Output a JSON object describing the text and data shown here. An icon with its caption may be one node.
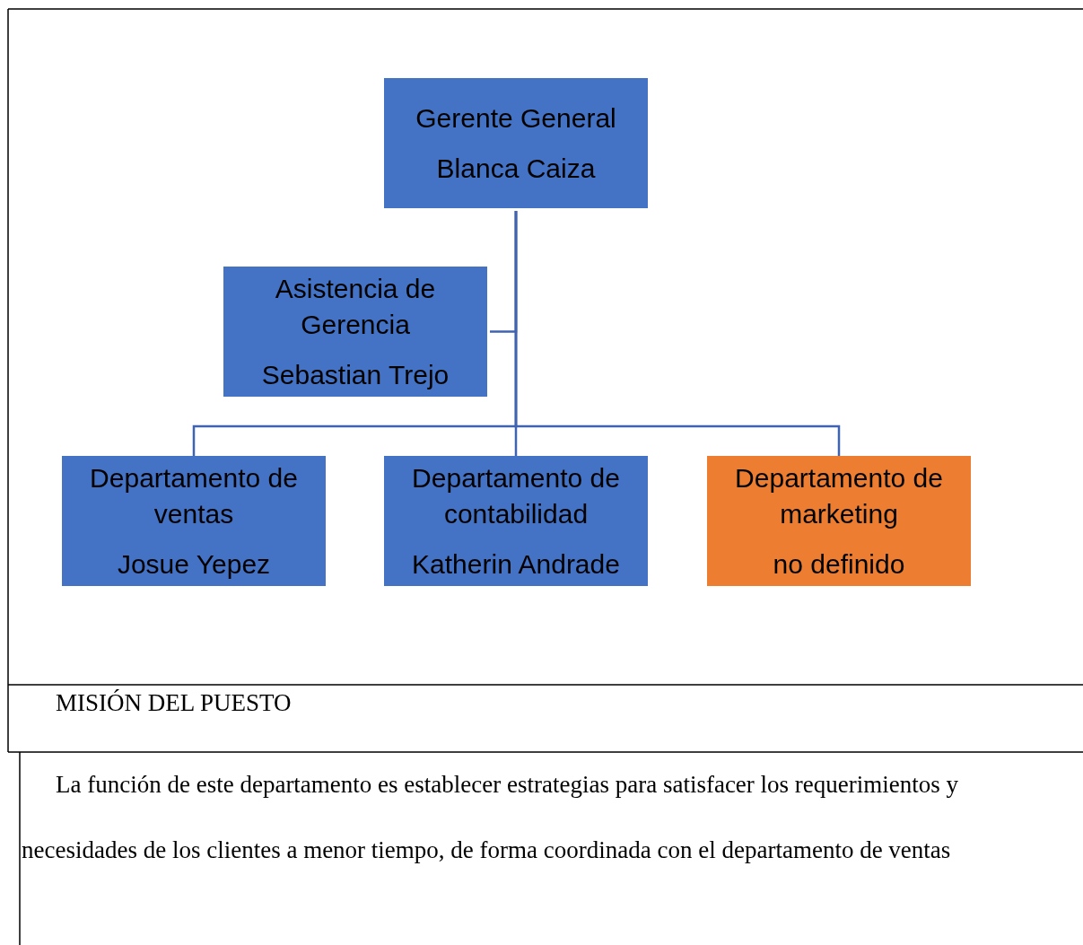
{
  "diagram": {
    "nodes": [
      {
        "text": [
          "Gerente General",
          "Blanca Caiza"
        ]
      },
      {
        "text": [
          "Asistencia de Gerencia",
          "Sebastian Trejo"
        ]
      },
      {
        "text": [
          "Departamento de ventas",
          "Josue Yepez"
        ]
      },
      {
        "text": [
          "Departamento de contabilidad",
          "Katherin Andrade"
        ]
      },
      {
        "text": [
          "Departamento de marketing",
          "no definido"
        ]
      }
    ],
    "edges": [
      {
        "from": 0,
        "to": 1,
        "arrow": "none"
      },
      {
        "from": 0,
        "to": 2,
        "arrow": "none"
      },
      {
        "from": 0,
        "to": 3,
        "arrow": "none"
      },
      {
        "from": 0,
        "to": 4,
        "arrow": "none"
      }
    ],
    "labels": [
      "MISIÓN DEL PUESTO",
      "La función de este departamento es establecer estrategias para satisfacer los requerimientos y necesidades de los clientes a menor tiempo, de forma coordinada con el departamento de ventas"
    ]
  }
}
